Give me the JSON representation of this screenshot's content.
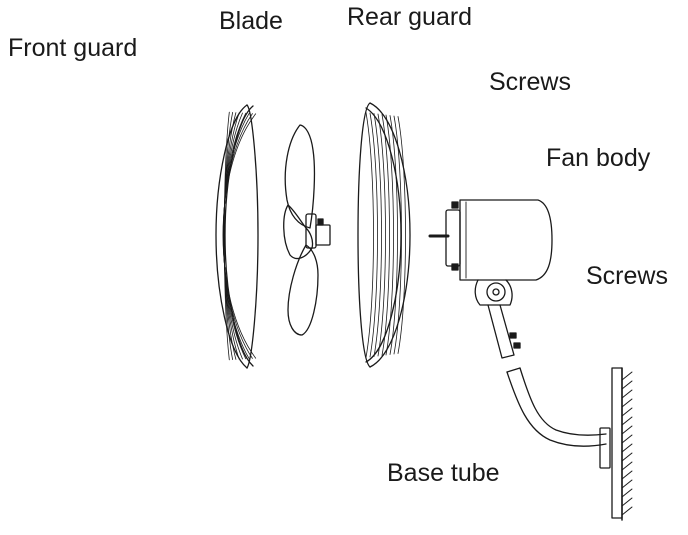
{
  "labels": {
    "front_guard": "Front guard",
    "blade": "Blade",
    "rear_guard": "Rear guard",
    "screws_top": "Screws",
    "fan_body": "Fan body",
    "screws_mid": "Screws",
    "base_tube": "Base tube"
  },
  "colors": {
    "line": "#1a1a1a",
    "background": "#ffffff"
  }
}
